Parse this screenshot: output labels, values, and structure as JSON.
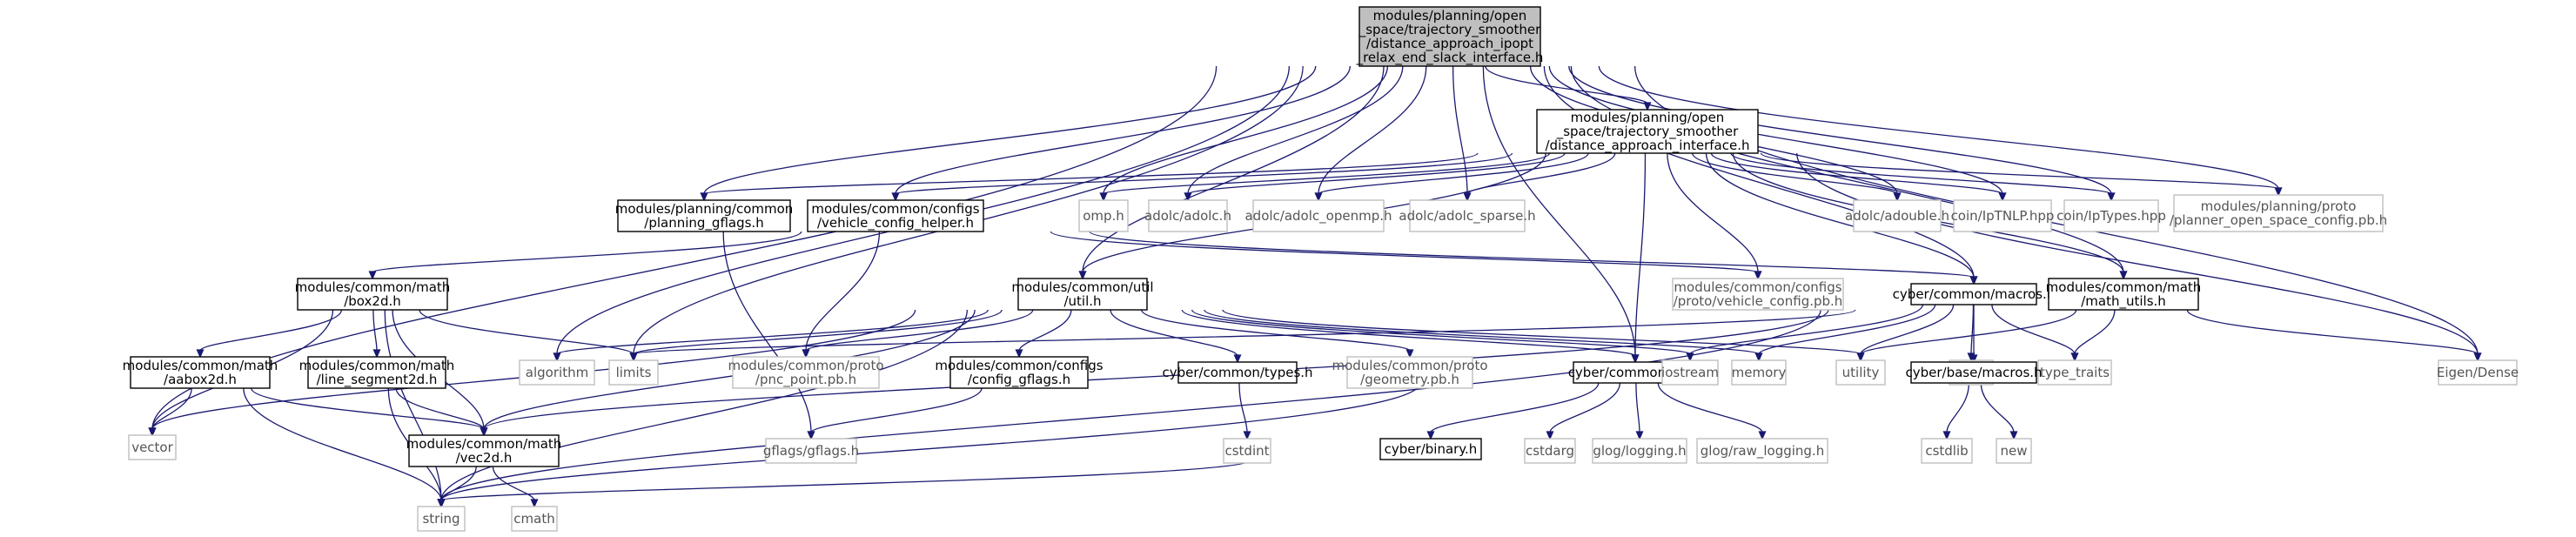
{
  "nodes": [
    {
      "id": "root",
      "kind": "root",
      "lines": [
        "modules/planning/open",
        "_space/trajectory_smoother",
        "/distance_approach_ipopt",
        "_relax_end_slack_interface.h"
      ]
    },
    {
      "id": "dai",
      "kind": "doc",
      "lines": [
        "modules/planning/open",
        "_space/trajectory_smoother",
        "/distance_approach_interface.h"
      ]
    },
    {
      "id": "pgflags",
      "kind": "doc",
      "lines": [
        "modules/planning/common",
        "/planning_gflags.h"
      ]
    },
    {
      "id": "vch",
      "kind": "doc",
      "lines": [
        "modules/common/configs",
        "/vehicle_config_helper.h"
      ]
    },
    {
      "id": "omp",
      "kind": "ext",
      "lines": [
        "omp.h"
      ]
    },
    {
      "id": "adolc",
      "kind": "ext",
      "lines": [
        "adolc/adolc.h"
      ]
    },
    {
      "id": "openmp",
      "kind": "ext",
      "lines": [
        "adolc/adolc_openmp.h"
      ]
    },
    {
      "id": "sparse",
      "kind": "ext",
      "lines": [
        "adolc/adolc_sparse.h"
      ]
    },
    {
      "id": "adouble",
      "kind": "ext",
      "lines": [
        "adolc/adouble.h"
      ]
    },
    {
      "id": "tnlp",
      "kind": "ext",
      "lines": [
        "coin/IpTNLP.hpp"
      ]
    },
    {
      "id": "iptypes",
      "kind": "ext",
      "lines": [
        "coin/IpTypes.hpp"
      ]
    },
    {
      "id": "posc",
      "kind": "ext",
      "lines": [
        "modules/planning/proto",
        "/planner_open_space_config.pb.h"
      ]
    },
    {
      "id": "box2d",
      "kind": "doc",
      "lines": [
        "modules/common/math",
        "/box2d.h"
      ]
    },
    {
      "id": "util",
      "kind": "doc",
      "lines": [
        "modules/common/util",
        "/util.h"
      ]
    },
    {
      "id": "vcpb",
      "kind": "ext",
      "lines": [
        "modules/common/configs",
        "/proto/vehicle_config.pb.h"
      ]
    },
    {
      "id": "macros",
      "kind": "doc",
      "lines": [
        "cyber/common/macros.h"
      ]
    },
    {
      "id": "mathutils",
      "kind": "doc",
      "lines": [
        "modules/common/math",
        "/math_utils.h"
      ]
    },
    {
      "id": "aabox",
      "kind": "doc",
      "lines": [
        "modules/common/math",
        "/aabox2d.h"
      ]
    },
    {
      "id": "lseg",
      "kind": "doc",
      "lines": [
        "modules/common/math",
        "/line_segment2d.h"
      ]
    },
    {
      "id": "algorithm",
      "kind": "ext",
      "lines": [
        "algorithm"
      ]
    },
    {
      "id": "limits",
      "kind": "ext",
      "lines": [
        "limits"
      ]
    },
    {
      "id": "pnc",
      "kind": "ext",
      "lines": [
        "modules/common/proto",
        "/pnc_point.pb.h"
      ]
    },
    {
      "id": "cgflags",
      "kind": "doc",
      "lines": [
        "modules/common/configs",
        "/config_gflags.h"
      ]
    },
    {
      "id": "ctypes",
      "kind": "doc",
      "lines": [
        "cyber/common/types.h"
      ]
    },
    {
      "id": "geom",
      "kind": "ext",
      "lines": [
        "modules/common/proto",
        "/geometry.pb.h"
      ]
    },
    {
      "id": "log",
      "kind": "doc",
      "lines": [
        "cyber/common/log.h"
      ]
    },
    {
      "id": "iostream",
      "kind": "ext",
      "lines": [
        "iostream"
      ]
    },
    {
      "id": "memory",
      "kind": "ext",
      "lines": [
        "memory"
      ]
    },
    {
      "id": "utility",
      "kind": "ext",
      "lines": [
        "utility"
      ]
    },
    {
      "id": "mutex",
      "kind": "ext",
      "lines": [
        "mutex"
      ]
    },
    {
      "id": "typetraits",
      "kind": "ext",
      "lines": [
        "type_traits"
      ]
    },
    {
      "id": "bmacros",
      "kind": "doc",
      "lines": [
        "cyber/base/macros.h"
      ]
    },
    {
      "id": "eigen",
      "kind": "ext",
      "lines": [
        "Eigen/Dense"
      ]
    },
    {
      "id": "vector",
      "kind": "ext",
      "lines": [
        "vector"
      ]
    },
    {
      "id": "vec2d",
      "kind": "doc",
      "lines": [
        "modules/common/math",
        "/vec2d.h"
      ]
    },
    {
      "id": "gflags",
      "kind": "ext",
      "lines": [
        "gflags/gflags.h"
      ]
    },
    {
      "id": "cstdint",
      "kind": "ext",
      "lines": [
        "cstdint"
      ]
    },
    {
      "id": "binary",
      "kind": "doc",
      "lines": [
        "cyber/binary.h"
      ]
    },
    {
      "id": "cstdarg",
      "kind": "ext",
      "lines": [
        "cstdarg"
      ]
    },
    {
      "id": "glog",
      "kind": "ext",
      "lines": [
        "glog/logging.h"
      ]
    },
    {
      "id": "rawlog",
      "kind": "ext",
      "lines": [
        "glog/raw_logging.h"
      ]
    },
    {
      "id": "cstdlib",
      "kind": "ext",
      "lines": [
        "cstdlib"
      ]
    },
    {
      "id": "new",
      "kind": "ext",
      "lines": [
        "new"
      ]
    },
    {
      "id": "string",
      "kind": "ext",
      "lines": [
        "string"
      ]
    },
    {
      "id": "cmath",
      "kind": "ext",
      "lines": [
        "cmath"
      ]
    }
  ],
  "edges": [
    [
      "root",
      "dai"
    ],
    [
      "root",
      "pgflags"
    ],
    [
      "root",
      "vch"
    ],
    [
      "root",
      "omp"
    ],
    [
      "root",
      "adolc"
    ],
    [
      "root",
      "openmp"
    ],
    [
      "root",
      "sparse"
    ],
    [
      "root",
      "adouble"
    ],
    [
      "root",
      "tnlp"
    ],
    [
      "root",
      "iptypes"
    ],
    [
      "root",
      "posc"
    ],
    [
      "root",
      "util"
    ],
    [
      "root",
      "macros"
    ],
    [
      "root",
      "mathutils"
    ],
    [
      "root",
      "eigen"
    ],
    [
      "root",
      "vector"
    ],
    [
      "root",
      "limits"
    ],
    [
      "root",
      "algorithm"
    ],
    [
      "root",
      "log"
    ],
    [
      "dai",
      "pgflags"
    ],
    [
      "dai",
      "vch"
    ],
    [
      "dai",
      "omp"
    ],
    [
      "dai",
      "adolc"
    ],
    [
      "dai",
      "openmp"
    ],
    [
      "dai",
      "sparse"
    ],
    [
      "dai",
      "adouble"
    ],
    [
      "dai",
      "tnlp"
    ],
    [
      "dai",
      "iptypes"
    ],
    [
      "dai",
      "posc"
    ],
    [
      "dai",
      "vcpb"
    ],
    [
      "dai",
      "util"
    ],
    [
      "dai",
      "macros"
    ],
    [
      "dai",
      "mathutils"
    ],
    [
      "dai",
      "eigen"
    ],
    [
      "dai",
      "log"
    ],
    [
      "pgflags",
      "gflags"
    ],
    [
      "vch",
      "box2d"
    ],
    [
      "vch",
      "vcpb"
    ],
    [
      "vch",
      "pnc"
    ],
    [
      "vch",
      "macros"
    ],
    [
      "box2d",
      "aabox"
    ],
    [
      "box2d",
      "lseg"
    ],
    [
      "box2d",
      "vec2d"
    ],
    [
      "box2d",
      "limits"
    ],
    [
      "box2d",
      "vector"
    ],
    [
      "box2d",
      "string"
    ],
    [
      "aabox",
      "vec2d"
    ],
    [
      "aabox",
      "vector"
    ],
    [
      "aabox",
      "string"
    ],
    [
      "lseg",
      "vec2d"
    ],
    [
      "lseg",
      "string"
    ],
    [
      "vec2d",
      "string"
    ],
    [
      "vec2d",
      "cmath"
    ],
    [
      "util",
      "algorithm"
    ],
    [
      "util",
      "limits"
    ],
    [
      "util",
      "pnc"
    ],
    [
      "util",
      "cgflags"
    ],
    [
      "util",
      "ctypes"
    ],
    [
      "util",
      "geom"
    ],
    [
      "util",
      "log"
    ],
    [
      "util",
      "iostream"
    ],
    [
      "util",
      "memory"
    ],
    [
      "util",
      "utility"
    ],
    [
      "util",
      "vector"
    ],
    [
      "util",
      "string"
    ],
    [
      "util",
      "vec2d"
    ],
    [
      "cgflags",
      "gflags"
    ],
    [
      "ctypes",
      "cstdint"
    ],
    [
      "log",
      "binary"
    ],
    [
      "log",
      "cstdarg"
    ],
    [
      "log",
      "glog"
    ],
    [
      "log",
      "rawlog"
    ],
    [
      "log",
      "string"
    ],
    [
      "binary",
      "string"
    ],
    [
      "macros",
      "iostream"
    ],
    [
      "macros",
      "memory"
    ],
    [
      "macros",
      "utility"
    ],
    [
      "macros",
      "mutex"
    ],
    [
      "macros",
      "typetraits"
    ],
    [
      "macros",
      "bmacros"
    ],
    [
      "bmacros",
      "cstdlib"
    ],
    [
      "bmacros",
      "new"
    ],
    [
      "mathutils",
      "limits"
    ],
    [
      "mathutils",
      "utility"
    ],
    [
      "mathutils",
      "typetraits"
    ],
    [
      "mathutils",
      "eigen"
    ],
    [
      "mathutils",
      "string"
    ],
    [
      "mathutils",
      "vec2d"
    ]
  ]
}
